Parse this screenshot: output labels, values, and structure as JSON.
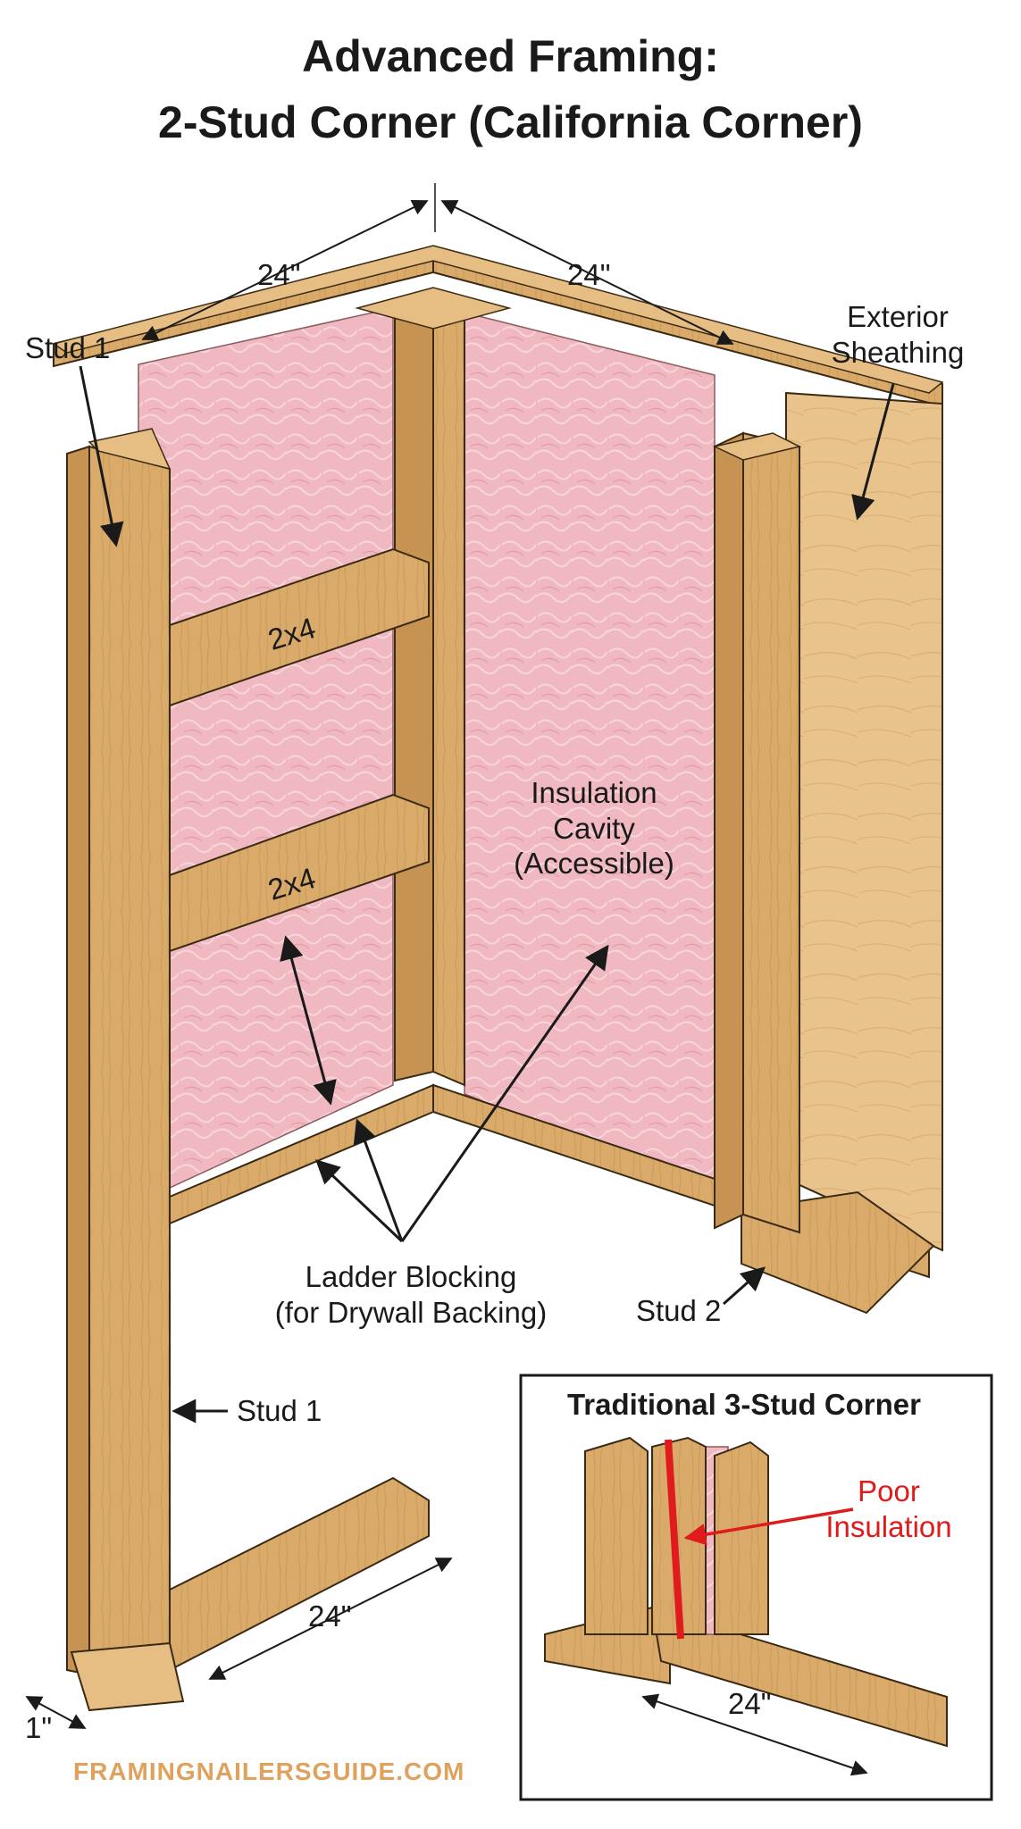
{
  "title": {
    "line1": "Advanced Framing:",
    "line2": "2-Stud Corner (California Corner)"
  },
  "labels": {
    "stud1_top": "Stud 1",
    "stud1_bottom": "Stud 1",
    "stud2": "Stud 2",
    "sheathing": [
      "Exterior",
      "Sheathing"
    ],
    "blocking_upper": "2x4",
    "blocking_lower": "2x4",
    "cavity": [
      "Insulation",
      "Cavity",
      "(Accessible)"
    ],
    "ladder": [
      "Ladder Blocking",
      "(for Drywall Backing)"
    ]
  },
  "dimensions": {
    "top_left": "24\"",
    "top_right": "24\"",
    "bottom_wall": "24\"",
    "corner_offset": "1\"",
    "inset": "24\""
  },
  "inset": {
    "title": "Traditional 3-Stud Corner",
    "callout": [
      "Poor",
      "Insulation"
    ]
  },
  "watermark": "FRAMINGNAILERSGUIDE.COM",
  "colors": {
    "wood": "#d9aa6a",
    "wood_dark": "#b98545",
    "insulation": "#f0b8c0",
    "sheathing": "#e8c48c",
    "callout": "#e01b1b"
  }
}
